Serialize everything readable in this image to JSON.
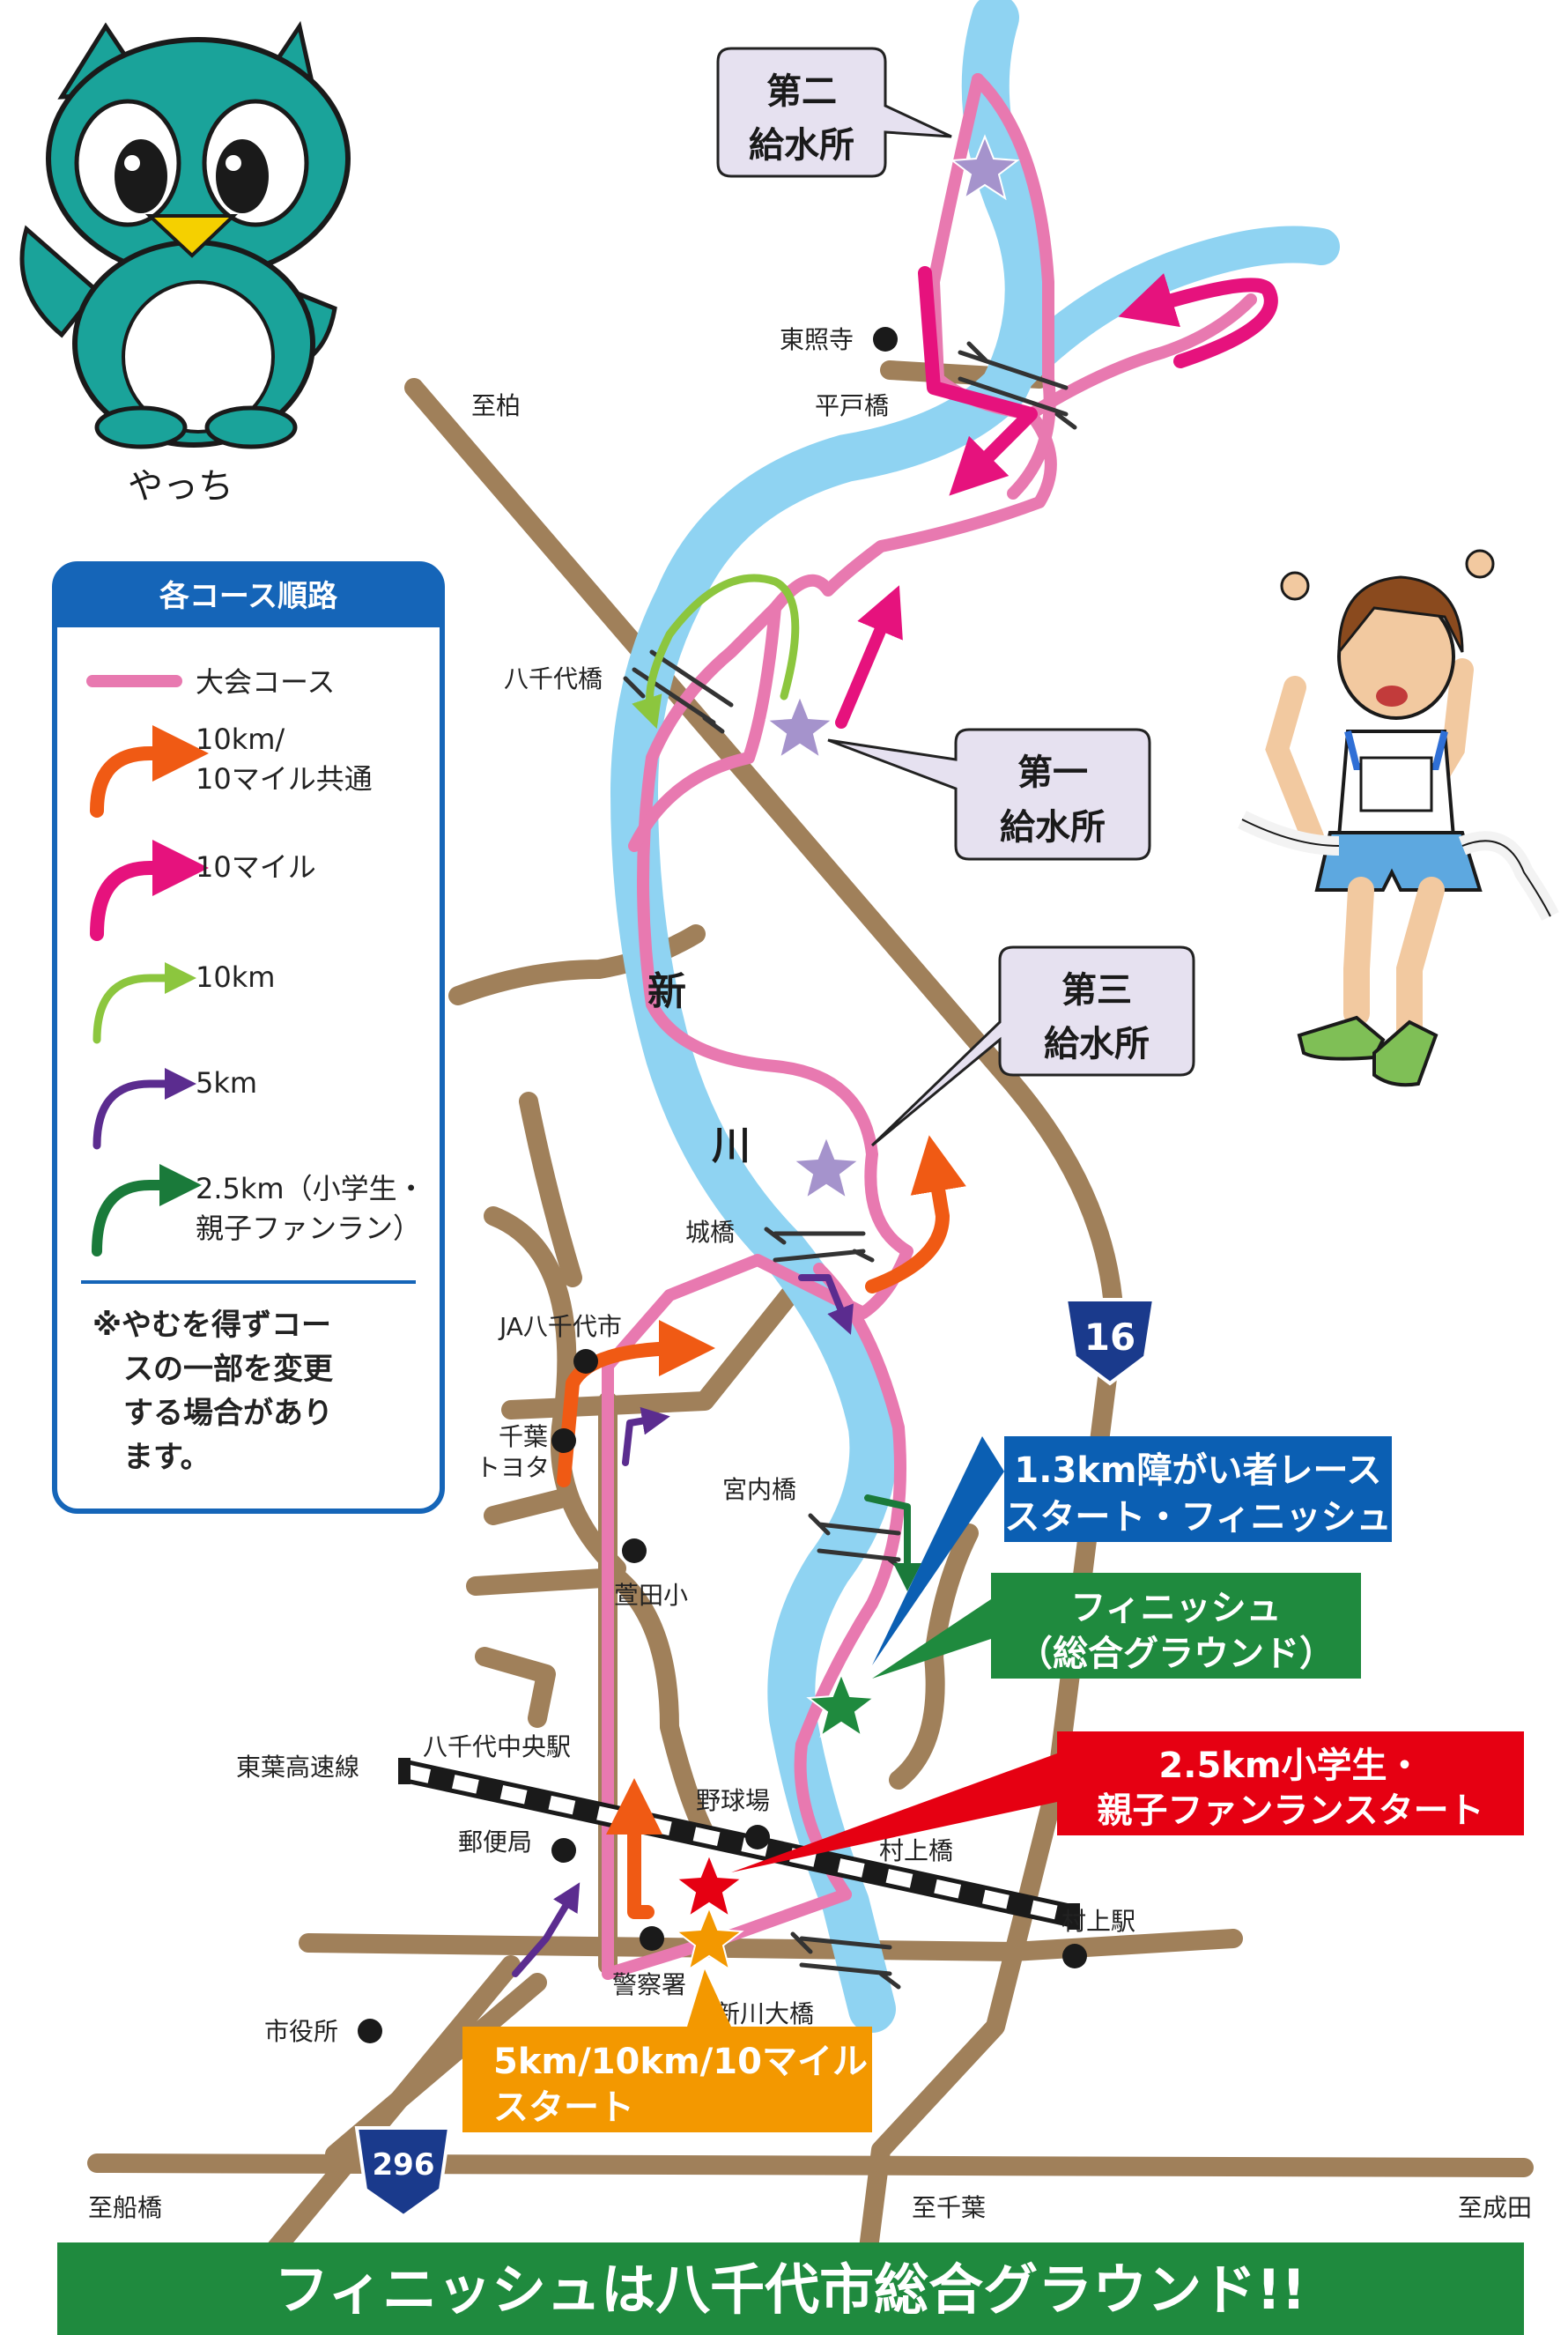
{
  "mascot": {
    "name": "やっち"
  },
  "legend": {
    "title": "各コース順路",
    "items": [
      {
        "label": "大会コース",
        "color": "#e879b0"
      },
      {
        "label": "10km/",
        "label2": "10マイル共通",
        "color": "#f05a14"
      },
      {
        "label": "10マイル",
        "color": "#e6127d"
      },
      {
        "label": "10km",
        "color": "#8cc63e"
      },
      {
        "label": "5km",
        "color": "#5b2c8f"
      },
      {
        "label": "2.5km（小学生・",
        "label2": "親子ファンラン）",
        "color": "#1a7a3a"
      }
    ],
    "note": [
      "※やむを得ずコー",
      "スの一部を変更",
      "する場合があり",
      "ます。"
    ]
  },
  "stations": {
    "second": [
      "第二",
      "給水所"
    ],
    "first": [
      "第一",
      "給水所"
    ],
    "third": [
      "第三",
      "給水所"
    ]
  },
  "place_labels": {
    "kashiwa": "至柏",
    "tosho_ji": "東照寺",
    "hirato_bashi": "平戸橋",
    "yachiyo_bashi": "八千代橋",
    "shin_kawa_1": "新",
    "shin_kawa_2": "川",
    "jo_bashi": "城橋",
    "ja_yachiyo": "JA八千代市",
    "chiba_toyota_1": "千葉",
    "chiba_toyota_2": "トヨタ",
    "miyauchi_bashi": "宮内橋",
    "kayada_sho": "萱田小",
    "toyo_kosoku": "東葉高速線",
    "yachiyo_chuo": "八千代中央駅",
    "yakyujo": "野球場",
    "yubinkyoku": "郵便局",
    "murakami_bashi": "村上橋",
    "murakami_eki": "村上駅",
    "keisatsusho": "警察署",
    "shinkawa_ohashi": "新川大橋",
    "shiyakusho": "市役所",
    "funabashi": "至船橋",
    "chiba": "至千葉",
    "narita": "至成田",
    "route16": "16",
    "route296": "296"
  },
  "info_boxes": {
    "disabled_race": {
      "lines": [
        "1.3km障がい者レース",
        "スタート・フィニッシュ"
      ],
      "color": "#0b5fb3"
    },
    "finish": {
      "lines": [
        "フィニッシュ",
        "（総合グラウンド）"
      ],
      "color": "#1f8a3e"
    },
    "kids_start": {
      "lines": [
        "2.5km小学生・",
        "親子ファンランスタート"
      ],
      "color": "#e60012"
    },
    "main_start": {
      "lines": [
        "5km/10km/10マイル",
        "スタート"
      ],
      "color": "#f39800"
    }
  },
  "footer": {
    "text": "フィニッシュは八千代市総合グラウンド!!",
    "color": "#1f8a3e"
  },
  "colors": {
    "river": "#8fd3f2",
    "road": "#a0805a",
    "course": "#e879b0"
  }
}
